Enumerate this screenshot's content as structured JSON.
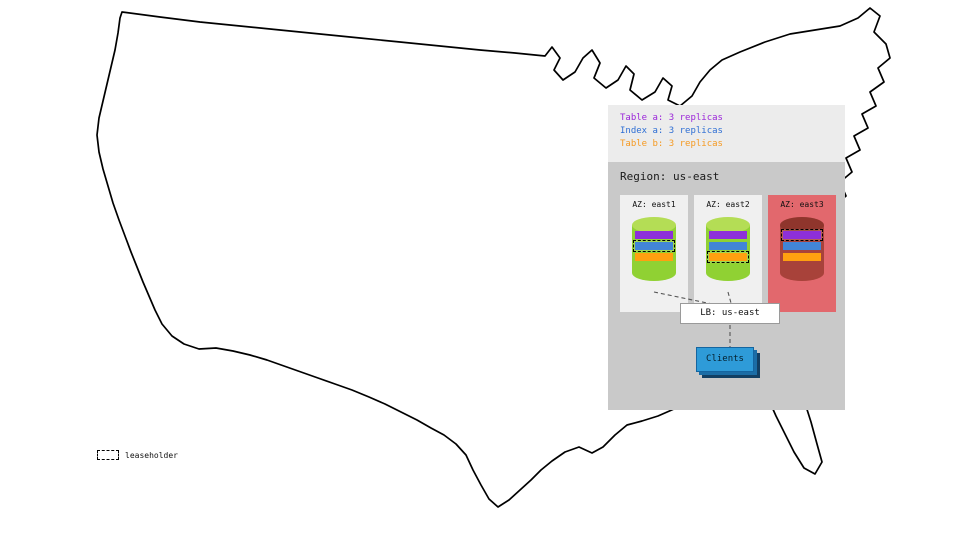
{
  "replica_panel": {
    "items": [
      {
        "label": "Table a: 3 replicas",
        "color": "#9b26d9"
      },
      {
        "label": "Index a: 3 replicas",
        "color": "#2f6fd4"
      },
      {
        "label": "Table b: 3 replicas",
        "color": "#f59a23"
      }
    ]
  },
  "region": {
    "title": "Region: us-east",
    "azs": [
      {
        "label": "AZ: east1",
        "leaseholder": "index-a",
        "status": "normal"
      },
      {
        "label": "AZ: east2",
        "leaseholder": "table-b",
        "status": "normal"
      },
      {
        "label": "AZ: east3",
        "leaseholder": "table-a",
        "status": "down"
      }
    ],
    "lb": {
      "label": "LB: us-east"
    },
    "clients": {
      "label": "Clients"
    }
  },
  "legend": {
    "leaseholder_label": "leaseholder"
  },
  "colors": {
    "table_a_bar": "#8d2fd9",
    "index_a_bar": "#4285d7",
    "table_b_bar": "#ffa010",
    "replica_panel_bg": "#ececec",
    "region_bg": "#c9c9c9",
    "az_normal_bg": "#f0f0f0",
    "az_down_bg": "#e2686d",
    "cylinder_green": "#90d133",
    "cylinder_red": "#a8423a",
    "clients_blue": "#2e9bd8"
  }
}
